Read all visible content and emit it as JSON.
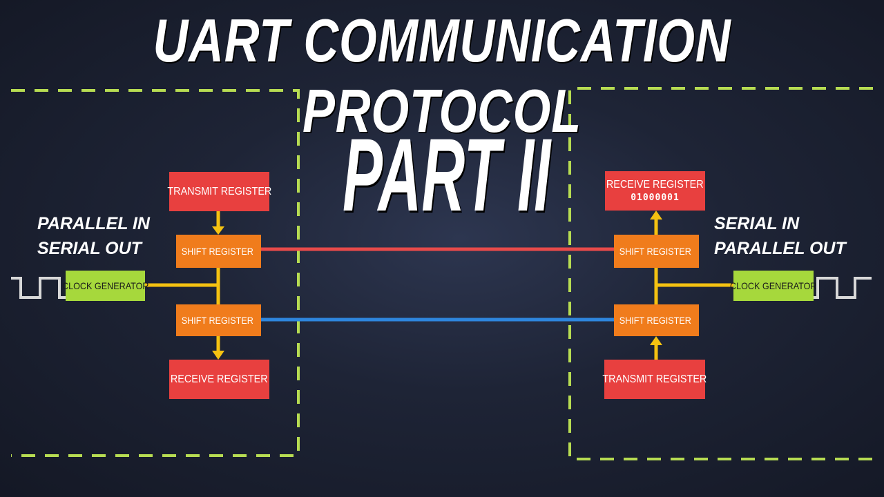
{
  "title": "UART COMMUNICATION PROTOCOL",
  "subtitle": "PART II",
  "left": {
    "caption": "PARALLEL IN\nSERIAL OUT",
    "transmit_register": "TRANSMIT REGISTER",
    "shift_register_top": "SHIFT REGISTER",
    "clock_generator": "CLOCK GENERATOR",
    "shift_register_bottom": "SHIFT REGISTER",
    "receive_register": "RECEIVE REGISTER"
  },
  "right": {
    "caption": "SERIAL IN\nPARALLEL OUT",
    "receive_register": "RECEIVE REGISTER",
    "received_bits": "01000001",
    "shift_register_top": "SHIFT REGISTER",
    "clock_generator": "CLOCK GENERATOR",
    "shift_register_bottom": "SHIFT REGISTER",
    "transmit_register": "TRANSMIT REGISTER"
  },
  "colors": {
    "register_red": "#e8403f",
    "shift_orange": "#f07c1c",
    "clock_green": "#a6d83c",
    "border_dashed_green": "#b7dc52",
    "arrow_yellow": "#f5c211",
    "line_red": "#e84a4a",
    "line_blue": "#2e86de",
    "clock_wave": "#d8d8d8"
  }
}
